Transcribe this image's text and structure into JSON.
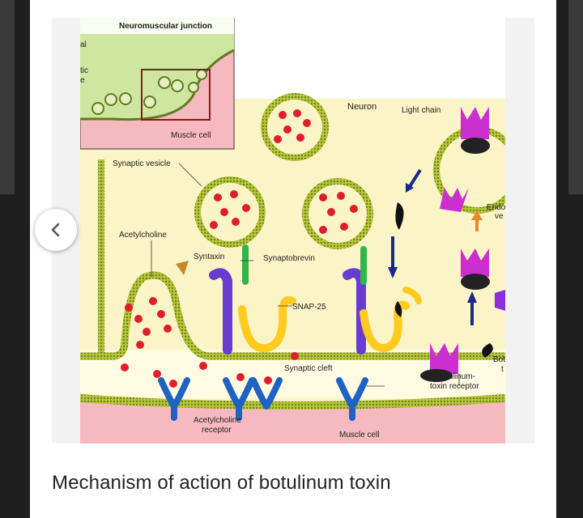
{
  "caption": "Mechanism of action of botulinum toxin",
  "figure": {
    "inset": {
      "title": "Neuromuscular junction",
      "muscle_label": "Muscle cell",
      "cut_left_top": "al",
      "cut_left_mid1": "tic",
      "cut_left_mid2": "e"
    },
    "labels": {
      "neuron": "Neuron",
      "light_chain": "Light chain",
      "synaptic_vesicle": "Synaptic vesicle",
      "endo_top": "Endo",
      "endo_bottom": "ve",
      "acetylcholine": "Acetylcholine",
      "syntaxin": "Syntaxin",
      "synaptobrevin": "Synaptobrevin",
      "snap25": "SNAP-25",
      "synaptic_cleft": "Synaptic cleft",
      "bot_cut_top": "Bot",
      "bot_cut_bottom": "t",
      "receptor_top": "Botulinum-",
      "receptor_bottom": "toxin receptor",
      "ach_receptor_top": "Acetylcholine",
      "ach_receptor_bottom": "receptor",
      "muscle_cell": "Muscle cell"
    }
  },
  "nav": {
    "prev_glyph": "‹"
  },
  "colors": {
    "accent_red": "#e01e2a",
    "membrane_green": "#9ab02c",
    "cytoplasm": "#fbf4c6",
    "muscle_pink": "#f6b9bf"
  }
}
